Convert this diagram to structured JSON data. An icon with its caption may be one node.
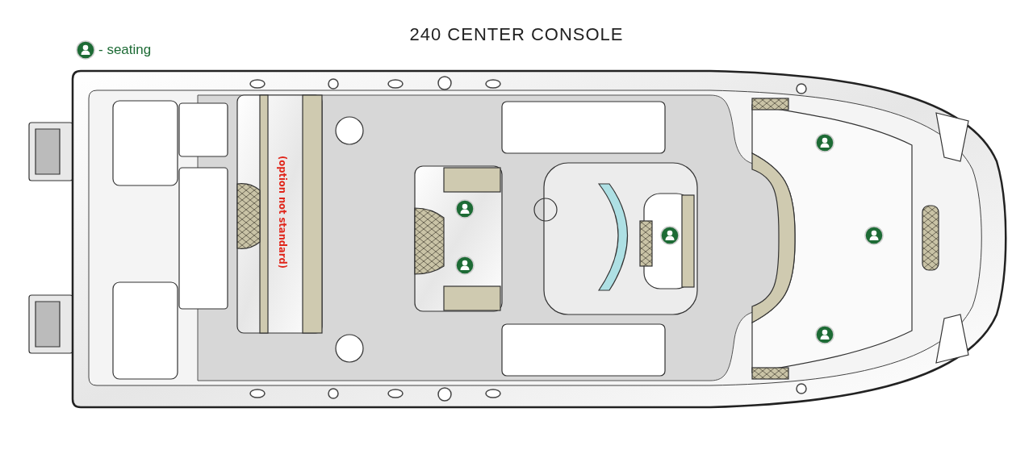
{
  "diagram": {
    "title": "240 CENTER CONSOLE",
    "labels": [
      "(option not standard)"
    ],
    "legend": [
      {
        "text": "- seating"
      }
    ]
  }
}
